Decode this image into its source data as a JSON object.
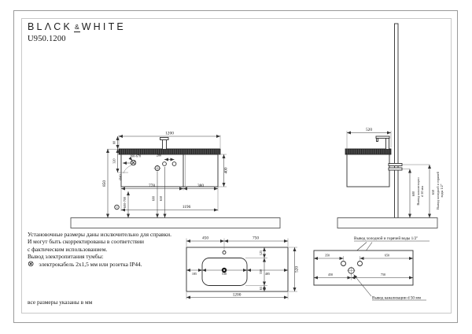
{
  "header": {
    "brand_left": "BLΛCK",
    "brand_amp": "&",
    "brand_right": "WHITE",
    "model": "U950.1200"
  },
  "colors": {
    "ink": "#1e1e1e"
  },
  "front_view": {
    "total_width": "1200",
    "faucet_height": "80",
    "top_offset": "320",
    "floor_height": "850",
    "cabinet_height": "400",
    "outlet_range": "160-678",
    "holes_spacing": "280",
    "outlet_note": "Ø40",
    "left_section": "778",
    "right_section": "380",
    "electric_height": "600-700",
    "drain_height": "600",
    "water_height": "650",
    "cabinet_width": "1196"
  },
  "side_view": {
    "depth": "520",
    "drain_height": "600",
    "water_height": "650",
    "drain_label_1": "Вывод канализации",
    "drain_label_2": "d 50 мм",
    "water_label_1": "Вывод холодной и горячей",
    "water_label_2": "воды 1/2\""
  },
  "top_view": {
    "faucet_from_left": "450",
    "faucet_to_right": "750",
    "rim_to_basin": "125",
    "basin_depth": "330",
    "basin_to_front": "65",
    "basin_from_left": "185",
    "basin_width": "530",
    "basin_to_right": "485",
    "total_depth": "520",
    "total_width": "1200"
  },
  "wall_view": {
    "water_title": "Вывод холодной и горячей воды 1/2\"",
    "drain_title": "Вывод канализации d 50 мм",
    "water_from_left": "350",
    "water_to_right": "650",
    "drain_from_left": "450",
    "drain_to_right": "750"
  },
  "notes": {
    "line1": "Установочные размеры даны исключительно для справки.",
    "line2": "И могут быть скорректированы в соответствии",
    "line3": "с фактическим использованием.",
    "line4": "Вывод электропитания тумбы:",
    "electric_symbol": "⊗",
    "line5": "электрокабель 2х1,5 мм или розетка IP44."
  },
  "footer": {
    "units_note": "все размеры указаны в мм"
  }
}
